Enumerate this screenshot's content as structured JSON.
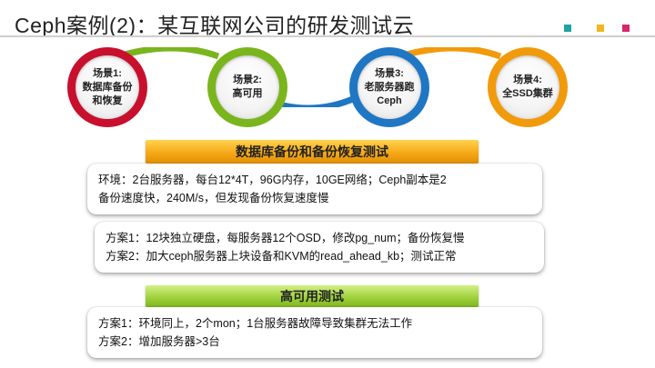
{
  "title": "Ceph案例(2)：某互联网公司的研发测试云",
  "colors": {
    "red": "#c8102e",
    "green": "#7ab51d",
    "blue": "#1f77c4",
    "orange": "#f19a0b",
    "teal": "#1fa3a3",
    "yellow": "#f3b61f",
    "pink": "#d6286a"
  },
  "scenes": [
    {
      "lines": [
        "场景1:",
        "数据库备份",
        "和恢复"
      ]
    },
    {
      "lines": [
        "场景2:",
        "高可用"
      ]
    },
    {
      "lines": [
        "场景3:",
        "老服务器跑",
        "Ceph"
      ]
    },
    {
      "lines": [
        "场景4:",
        "全SSD集群"
      ]
    }
  ],
  "section1": {
    "heading": "数据库备份和备份恢复测试",
    "env": [
      "环境：2台服务器，每台12*4T，96G内存，10GE网络；Ceph副本是2",
      "备份速度快，240M/s，但发现备份恢复速度慢"
    ],
    "plans": [
      "方案1：12块独立硬盘，每服务器12个OSD，修改pg_num；备份恢复慢",
      "方案2：加大ceph服务器上块设备和KVM的read_ahead_kb；测试正常"
    ]
  },
  "section2": {
    "heading": "高可用测试",
    "plans": [
      "方案1：环境同上，2个mon；1台服务器故障导致集群无法工作",
      "方案2：增加服务器>3台"
    ]
  }
}
